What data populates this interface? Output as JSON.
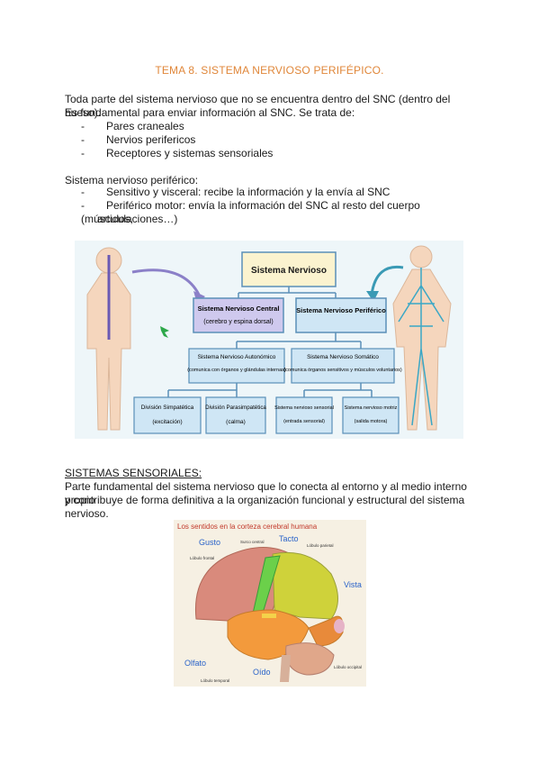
{
  "doc": {
    "title": "TEMA 8. SISTEMA NERVIOSO PERIFÉPICO.",
    "intro_line1": "Toda parte del sistema nervioso que no se encuentra dentro del SNC (dentro del hueso).",
    "intro_line2": "Es fundamental para enviar información al SNC. Se trata de:",
    "list1": [
      "Pares craneales",
      "Nervios perifericos",
      "Receptores y sistemas sensoriales"
    ],
    "snp_heading": "Sistema nervioso periférico:",
    "list2": [
      "Sensitivo y visceral: recibe la información y la envía al SNC",
      "Periférico motor: envía la información del SNC al resto del cuerpo (músculos,",
      "articulaciones…)"
    ],
    "dash": "-",
    "sens_heading": "SISTEMAS SENSORIALES:",
    "sens_line1": "Parte fundamental del sistema nervioso que lo conecta al entorno y al medio interno propio",
    "sens_line2": "y contribuye de forma definitiva a la organización funcional y estructural del sistema",
    "sens_line3": "nervioso."
  },
  "diagram": {
    "root": "Sistema Nervioso",
    "central_title": "Sistema Nervioso Central",
    "central_sub": "(cerebro y espina dorsal)",
    "peripheral_title": "Sistema Nervioso Periférico",
    "autonomic_title": "Sistema Nervioso Autonómico",
    "autonomic_sub": "(comunica con órganos y glándulas internas)",
    "somatic_title": "Sistema Nervioso Somático",
    "somatic_sub": "(comunica órganos sensitivos y músculos voluntarios)",
    "sympathetic_title": "División Simpatética",
    "sympathetic_sub": "(excitación)",
    "parasympathetic_title": "División Parasimpatética",
    "parasympathetic_sub": "(calma)",
    "sensory_title": "Sistema nervioso sensorial",
    "sensory_sub": "(entrada sensorial)",
    "motor_title": "Sistema nervioso motriz",
    "motor_sub": "(salida motora)"
  },
  "brain": {
    "title": "Los sentidos en la corteza cerebral humana",
    "gusto": "Gusto",
    "tacto": "Tacto",
    "vista": "Vista",
    "olfato": "Olfato",
    "oido": "Oído",
    "surco": "Surco central",
    "frontal": "Lóbulo frontal",
    "parietal": "Lóbulo parietal",
    "temporal": "Lóbulo temporal",
    "occipital": "Lóbulo occipital"
  },
  "colors": {
    "title_orange": "#e0873a",
    "box_blue": "#cfe6f5",
    "box_border": "#5a8fb8",
    "central_purple": "#cfc9ee",
    "root_yellow": "#fbf3cf",
    "label_blue": "#2a63c9",
    "brain_title": "#c2392b"
  }
}
